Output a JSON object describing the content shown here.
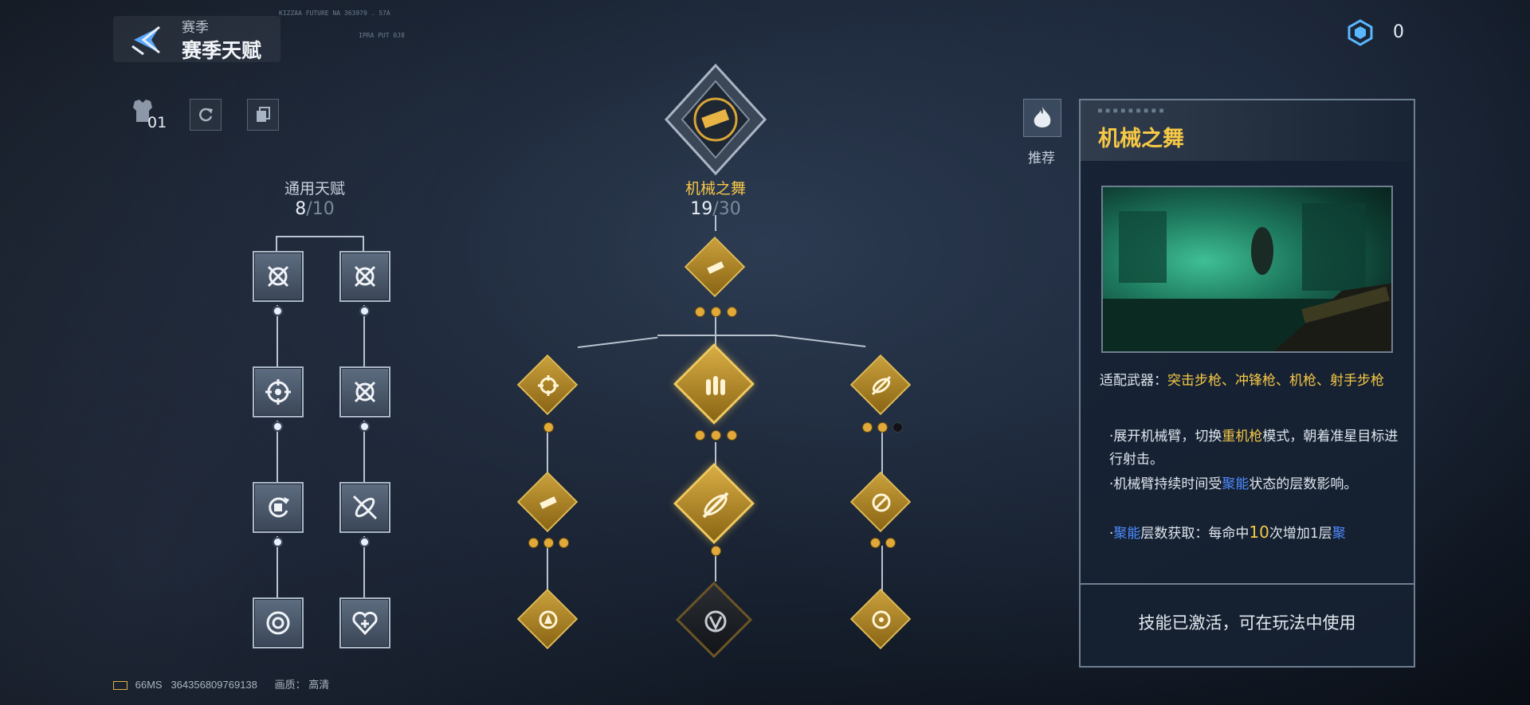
{
  "header": {
    "subtitle": "赛季",
    "title": "赛季天赋",
    "deco_text_1": "KIZZAA FUTURE NA 363979 . 57A",
    "deco_text_2": "IPRA PUT 0J8"
  },
  "currency": {
    "value": "0",
    "icon": "hexagon-token-icon"
  },
  "toolbar": {
    "preset_count": "01"
  },
  "general_tree": {
    "title": "通用天赋",
    "progress_current": "8",
    "progress_sep_total": "/10"
  },
  "class_tree": {
    "title": "机械之舞",
    "progress_current": "19",
    "progress_sep_total": "/30"
  },
  "recommend": {
    "label": "推荐"
  },
  "detail": {
    "title": "机械之舞",
    "panel_tiny": "■ ■ ■ ■  ■ ■ ■ ■  ■",
    "weapon_label": "适配武器：",
    "weapon_value": "突击步枪、冲锋枪、机枪、射手步枪",
    "line1_a": "·展开机械臂，切换",
    "line1_b": "重机枪",
    "line1_c": "模式，朝着准星目标进行射击。",
    "line2_a": "·机械臂持续时间受",
    "line2_b": "聚能",
    "line2_c": "状态的层数影响。",
    "line3_a": "·",
    "line3_b": "聚能",
    "line3_c": "层数获取：每命中",
    "line3_d": "10",
    "line3_e": "次增加1层",
    "line3_f": "聚",
    "status": "技能已激活，可在玩法中使用"
  },
  "footer": {
    "ping": "66MS",
    "id": "364356809769138",
    "quality_label": "画质：",
    "quality_value": "高清"
  },
  "colors": {
    "gold": "#f6c846",
    "blue_highlight": "#4f8bff",
    "panel_border": "#6f7f92"
  }
}
